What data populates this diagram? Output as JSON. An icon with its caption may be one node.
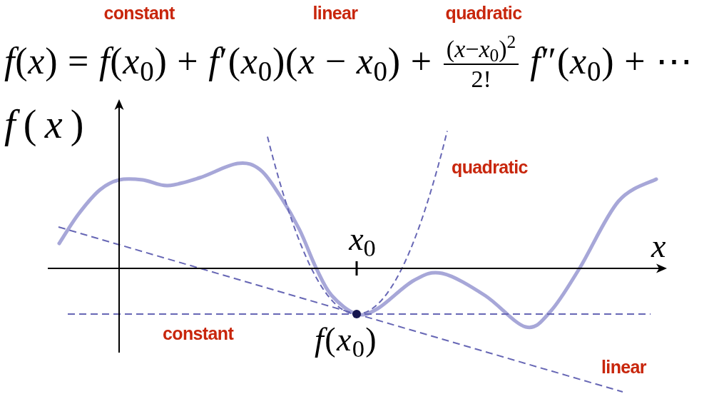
{
  "diagram": {
    "labels": [
      "constant",
      "linear",
      "quadratic",
      "*f*(*x*) = *f*(*x*$_{0}$) + *f*′(*x*$_{0}$)(*x* − *x*$_{0}$) +",
      "(*x*−*x*$_{0}$)$^{2}$",
      "2!",
      "*f*″(*x*$_{0}$) + ⋯",
      "*f*(*x*)",
      "quadratic",
      "*x*$_{0}$",
      "x",
      "constant",
      "*f*(*x*$_{0}$)",
      "linear"
    ]
  }
}
